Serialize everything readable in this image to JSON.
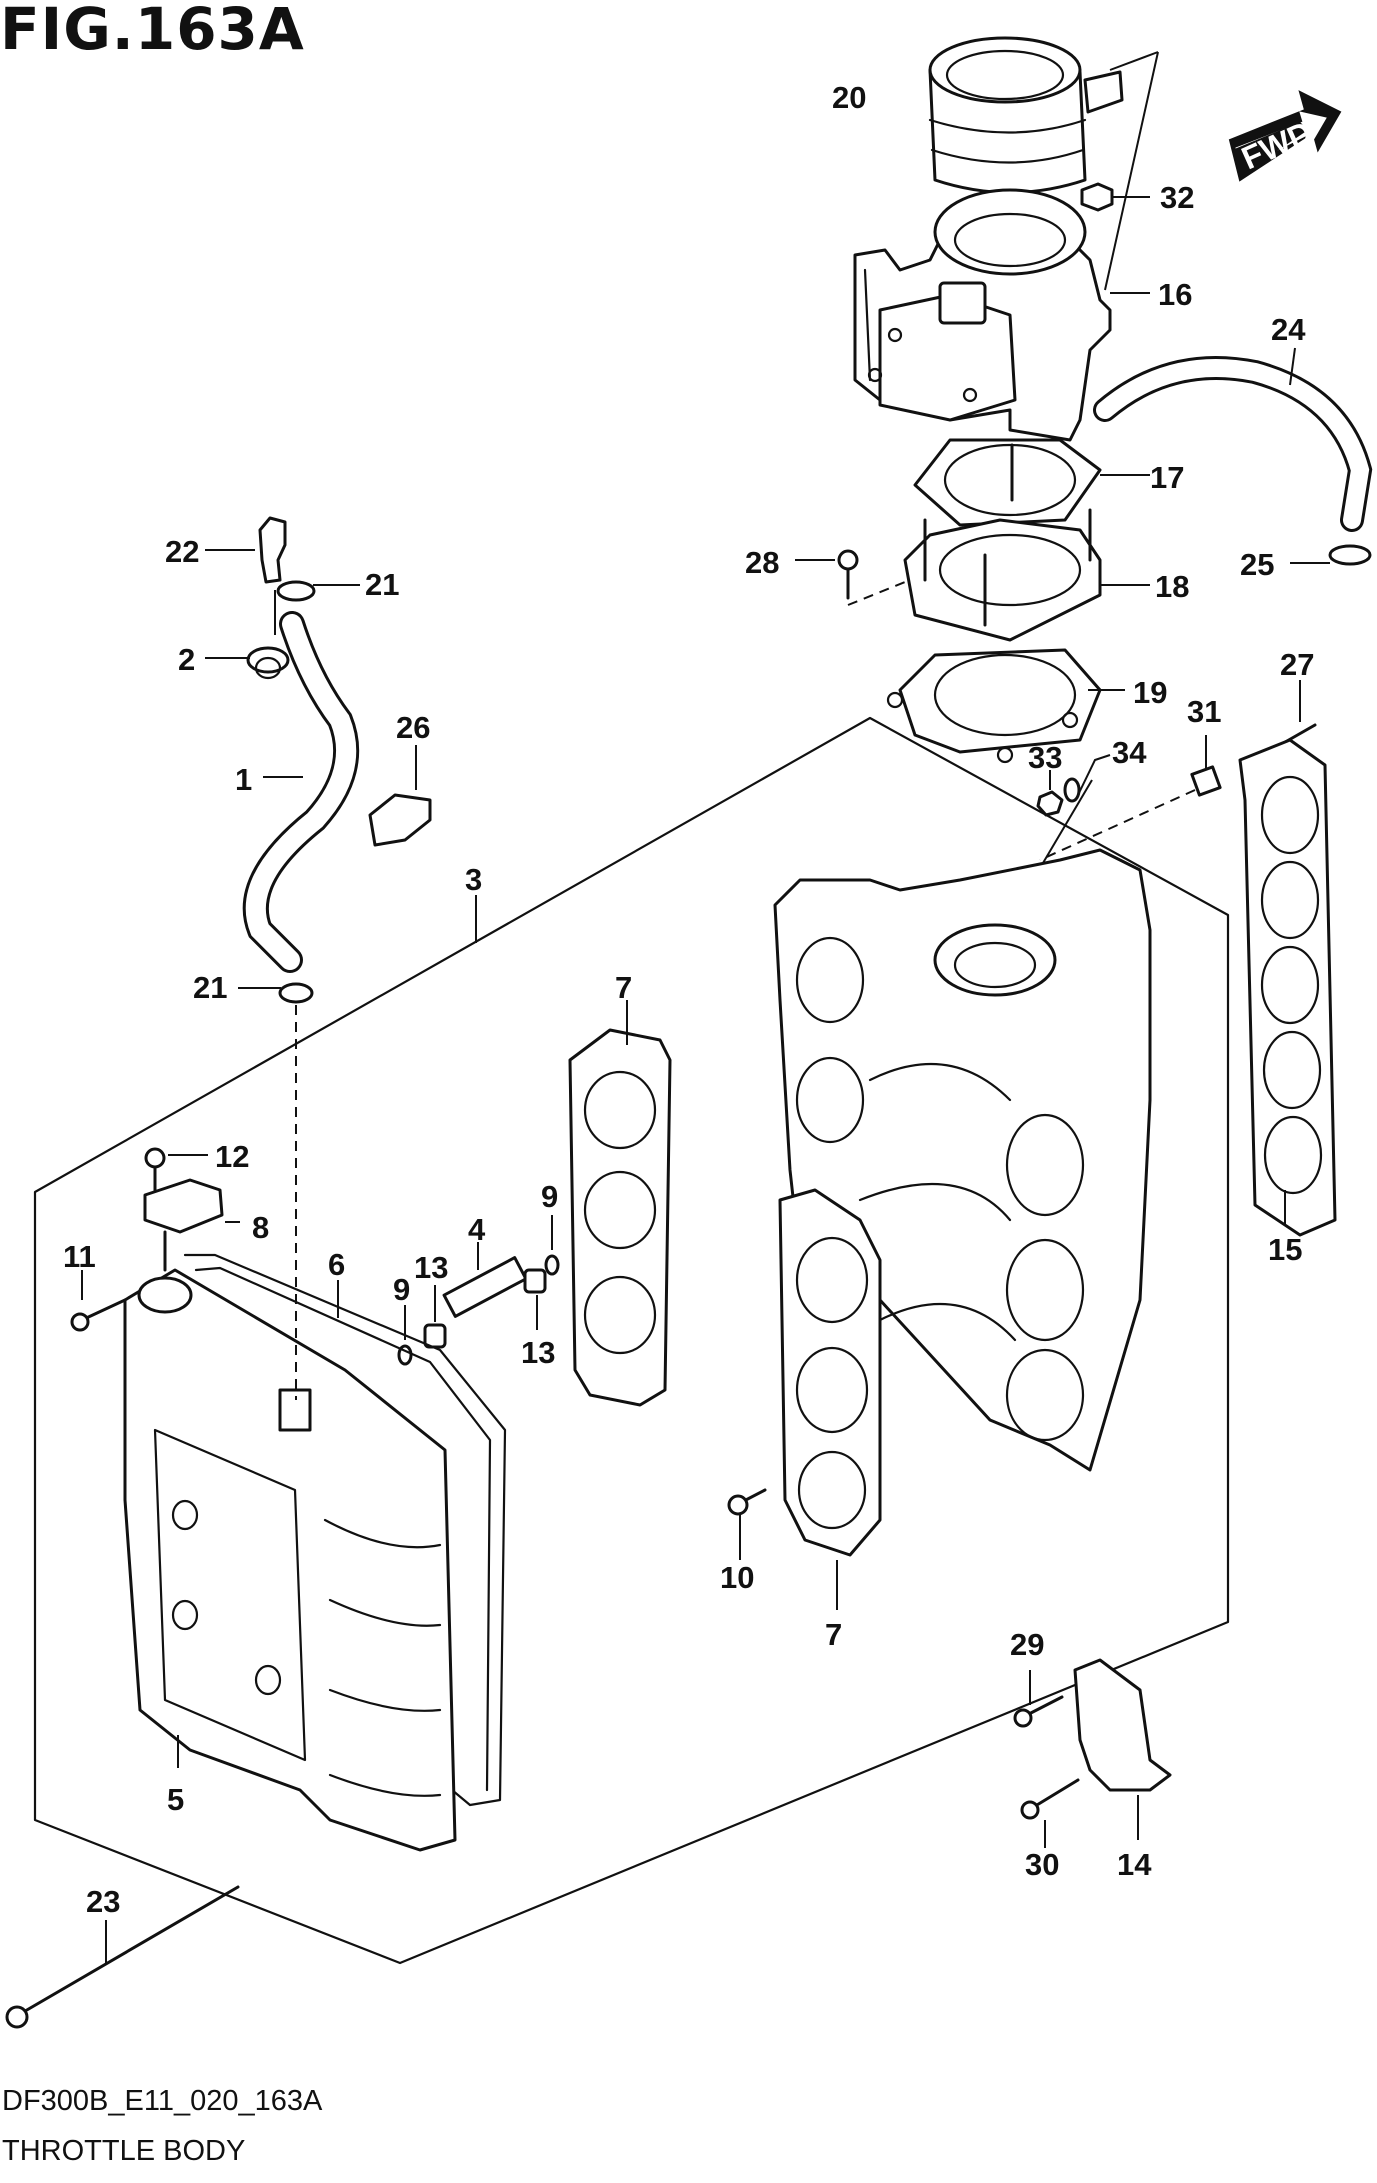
{
  "figure": {
    "title": "FIG.163A",
    "model_code": "DF300B_E11_020_163A",
    "name": "THROTTLE BODY",
    "direction_badge": "FWD"
  },
  "callouts": [
    {
      "id": "c1",
      "label": "1"
    },
    {
      "id": "c2",
      "label": "2"
    },
    {
      "id": "c3",
      "label": "3"
    },
    {
      "id": "c4",
      "label": "4"
    },
    {
      "id": "c5",
      "label": "5"
    },
    {
      "id": "c6",
      "label": "6"
    },
    {
      "id": "c7a",
      "label": "7"
    },
    {
      "id": "c7b",
      "label": "7"
    },
    {
      "id": "c8",
      "label": "8"
    },
    {
      "id": "c9a",
      "label": "9"
    },
    {
      "id": "c9b",
      "label": "9"
    },
    {
      "id": "c10",
      "label": "10"
    },
    {
      "id": "c11",
      "label": "11"
    },
    {
      "id": "c12",
      "label": "12"
    },
    {
      "id": "c13a",
      "label": "13"
    },
    {
      "id": "c13b",
      "label": "13"
    },
    {
      "id": "c14",
      "label": "14"
    },
    {
      "id": "c15",
      "label": "15"
    },
    {
      "id": "c16",
      "label": "16"
    },
    {
      "id": "c17",
      "label": "17"
    },
    {
      "id": "c18",
      "label": "18"
    },
    {
      "id": "c19",
      "label": "19"
    },
    {
      "id": "c20",
      "label": "20"
    },
    {
      "id": "c21a",
      "label": "21"
    },
    {
      "id": "c21b",
      "label": "21"
    },
    {
      "id": "c22",
      "label": "22"
    },
    {
      "id": "c23",
      "label": "23"
    },
    {
      "id": "c24",
      "label": "24"
    },
    {
      "id": "c25",
      "label": "25"
    },
    {
      "id": "c26",
      "label": "26"
    },
    {
      "id": "c27",
      "label": "27"
    },
    {
      "id": "c28",
      "label": "28"
    },
    {
      "id": "c29",
      "label": "29"
    },
    {
      "id": "c30",
      "label": "30"
    },
    {
      "id": "c31",
      "label": "31"
    },
    {
      "id": "c32",
      "label": "32"
    },
    {
      "id": "c33",
      "label": "33"
    },
    {
      "id": "c34",
      "label": "34"
    }
  ]
}
